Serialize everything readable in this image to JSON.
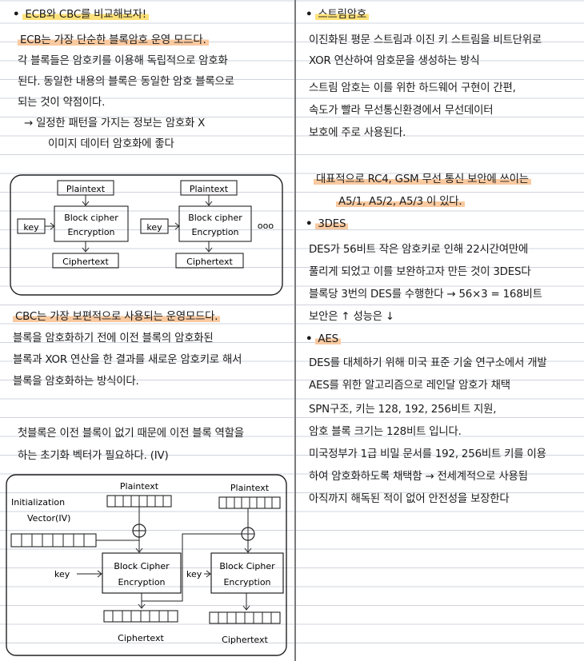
{
  "left": {
    "ecb_heading": "ECB와 CBC를 비교해보자!",
    "ecb_lines": [
      "ECB는 가장 단순한 블록암호 운영 모드다.",
      "각 블록들은 암호키를 이용해 독립적으로 암호화",
      "된다. 동일한 내용의 블록은 동일한 암호 블록으로",
      "되는 것이 약점이다.",
      "→ 일정한 패턴을 가지는 정보는 암호화 X",
      "이미지 데이터 암호화에 좋다"
    ],
    "ecb_diagram": {
      "plaintext": "Plaintext",
      "block_cipher": "Block cipher",
      "encryption": "Encryption",
      "key": "key",
      "ciphertext": "Ciphertext",
      "ellipsis": "ooo"
    },
    "cbc_lines": [
      "CBC는 가장 보편적으로 사용되는 운영모드다.",
      "블록을 암호화하기 전에 이전 블록의 암호화된",
      "블록과 XOR 연산을 한 결과를 새로운 암호키로 해서",
      "블록을 암호화하는 방식이다."
    ],
    "iv_lines": [
      "첫블록은 이전 블록이 없기 때문에 이전 블록 역할을",
      "하는 초기화 벡터가 필요하다. (IV)"
    ],
    "cbc_diagram": {
      "plaintext": "Plaintext",
      "iv_line1": "Initialization",
      "iv_line2": "Vector(IV)",
      "block_cipher": "Block Cipher",
      "encryption": "Encryption",
      "key": "key",
      "ciphertext": "Ciphertext",
      "xor": "⊕"
    }
  },
  "right": {
    "stream_heading": "스트림암호",
    "stream_lines": [
      "이진화된 평문 스트림과 이진 키 스트림을 비트단위로",
      "XOR 연산하여 암호문을 생성하는 방식",
      "스트림 암호는 이를 위한 하드웨어 구현이 간편,",
      "속도가 빨라 무선통신환경에서 무선데이터",
      "보호에 주로 사용된다."
    ],
    "stream_example_lines": [
      "대표적으로 RC4, GSM 무선 통신 보안에 쓰이는",
      "A5/1, A5/2, A5/3 이 있다."
    ],
    "des_heading": "3DES",
    "des_lines": [
      "DES가 56비트 작은 암호키로 인해 22시간여만에",
      "풀리게 되었고 이를 보완하고자 만든 것이 3DES다",
      "블록당 3번의 DES를 수행한다 → 56×3 = 168비트",
      "보안은 ↑ 성능은 ↓"
    ],
    "aes_heading": "AES",
    "aes_lines": [
      "DES를 대체하기 위해 미국 표준 기술 연구소에서 개발",
      "AES를 위한 알고리즘으로 레인달 암호가 채택",
      "SPN구조, 키는 128, 192, 256비트 지원,",
      "암호 블록 크기는 128비트 입니다.",
      "미국정부가 1급 비밀 문서를 192, 256비트 키를 이용",
      "하여 암호화하도록 채택함 → 전세계적으로 사용됨",
      "아직까지 해독된 적이 없어 안전성을 보장한다"
    ]
  },
  "colors": {
    "highlight_yellow": "#ffe27a",
    "highlight_orange": "#f9c9a0",
    "rule_line": "#cfd4dc",
    "ink": "#1a1a1a"
  }
}
